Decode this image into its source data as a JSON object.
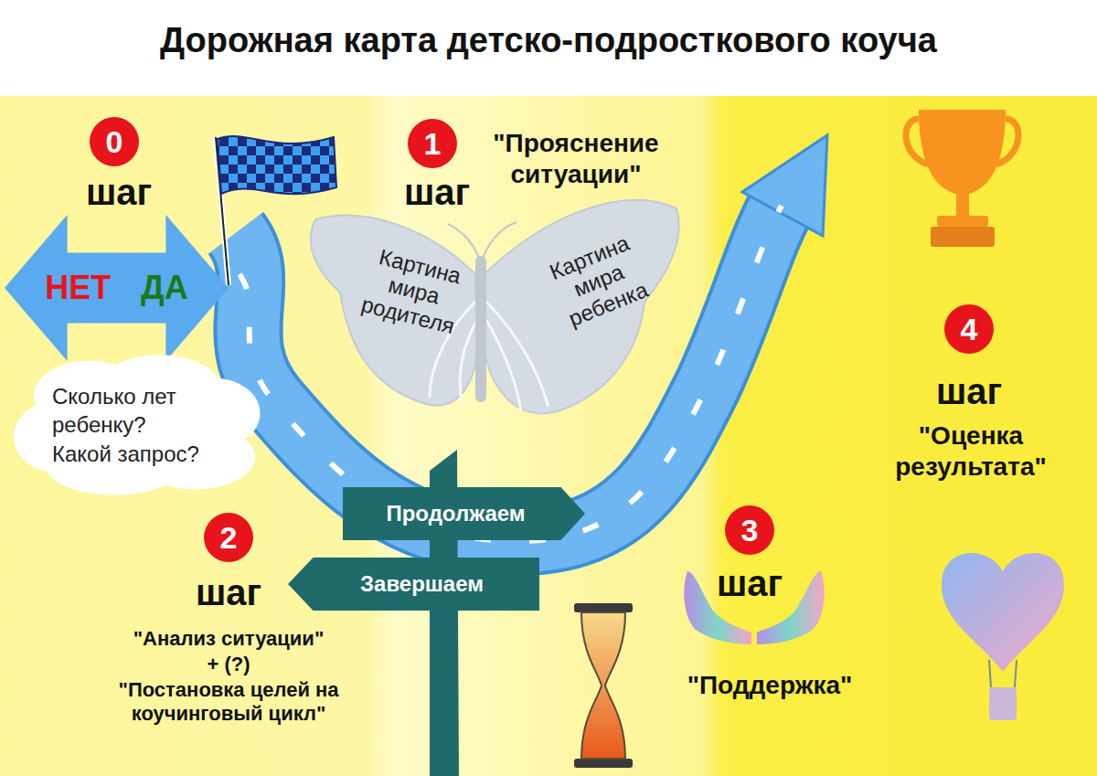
{
  "diagram": {
    "title": "Дорожная карта детско-подросткового коуча",
    "nodes": [
      {
        "text": [
          "0"
        ]
      },
      {
        "text": [
          "НЕТ",
          "ДА"
        ]
      },
      {
        "text": [
          "1"
        ]
      },
      {
        "text": [
          "Картина мира родителя"
        ]
      },
      {
        "text": [
          "Картина мира ребенка"
        ]
      },
      {
        "text": [
          "Сколько лет ребенку?",
          "Какой запрос?"
        ]
      },
      {
        "text": [
          "4"
        ]
      },
      {
        "text": [
          "Продолжаем"
        ]
      },
      {
        "text": [
          "2"
        ]
      },
      {
        "text": [
          "3"
        ]
      },
      {
        "text": [
          "Завершаем"
        ]
      }
    ],
    "labels": [
      "шаг",
      "шаг",
      "\"Прояснение ситуации\"",
      "шаг",
      "\"Анализ ситуации\"",
      "+ (?)",
      "\"Постановка целей на коучинговый цикл\"",
      "шаг",
      "\"Поддержка\"",
      "шаг",
      "\"Оценка результата\""
    ]
  }
}
